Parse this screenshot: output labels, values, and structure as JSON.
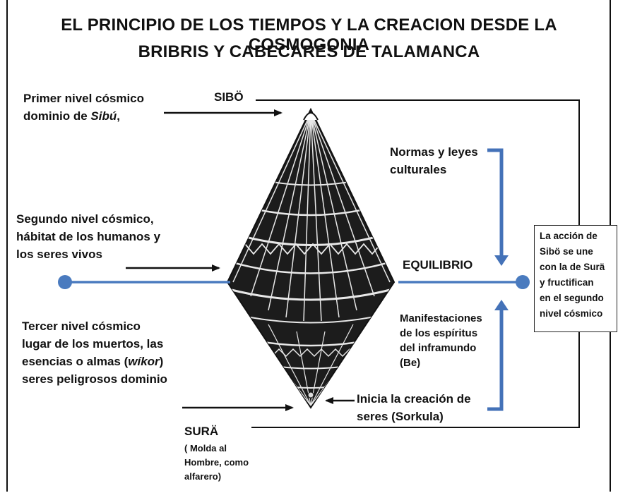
{
  "title": {
    "line1": "EL PRINCIPIO DE LOS TIEMPOS Y LA CREACION DESDE LA COSMOGONIA",
    "line2": "BRIBRIS Y CABECARES DE TALAMANCA"
  },
  "levels": {
    "first": {
      "line1": "Primer nivel cósmico",
      "line2_prefix": "dominio de ",
      "line2_emph": "Sibú",
      "line2_suffix": ","
    },
    "second": {
      "line1": "Segundo nivel cósmico,",
      "line2": "hábitat de los humanos y",
      "line3": "los seres vivos"
    },
    "third": {
      "line1": "Tercer nivel cósmico",
      "line2": "lugar de los muertos, las",
      "line3_prefix": "esencias o almas (",
      "line3_emph": "wíkor",
      "line3_suffix": ")",
      "line4": "seres peligrosos  dominio"
    }
  },
  "sibo": "SIBÖ",
  "sura": {
    "name": "SURÄ",
    "note_line1": "( Molda al",
    "note_line2": "Hombre, como",
    "note_line3": "alfarero)"
  },
  "norms": {
    "line1": "Normas y leyes",
    "line2": "culturales"
  },
  "equilibrio": "EQUILIBRIO",
  "manifest": {
    "line1": "Manifestaciones",
    "line2": "de los espíritus",
    "line3": "del inframundo",
    "line4": "(Be)"
  },
  "creation": {
    "line1": "Inicia la creación de",
    "line2": "seres  (Sorkula)"
  },
  "side_box": {
    "line1": "La acción de",
    "line2": "Sibö  se une",
    "line3": "con la de Surä",
    "line4": "y fructifican",
    "line5": "en el segundo",
    "line6": "nivel cósmico"
  },
  "colors": {
    "blue": "#4a7bbf",
    "blue_bracket": "#4472b8",
    "ink": "#111111"
  }
}
